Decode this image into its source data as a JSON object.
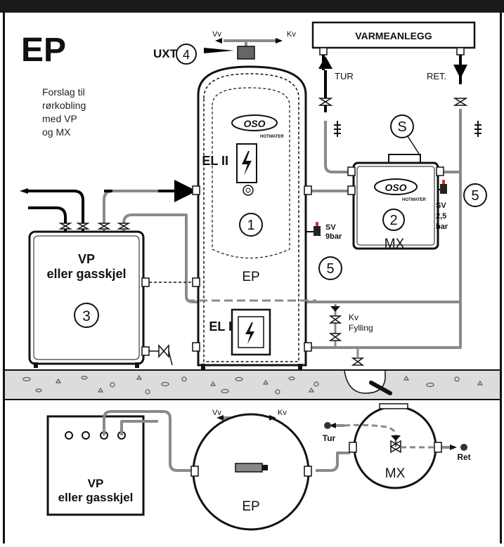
{
  "colors": {
    "pipe": "#8a8a8a",
    "pipe_hot": "#000000",
    "outline": "#111111",
    "floor": "#dcdcdc",
    "header_bar": "#1a1a1a",
    "valve_dark": "#222222",
    "sv_red": "#c0392b"
  },
  "header": {
    "title": ""
  },
  "title": "EP",
  "caption": {
    "line1": "Forslag til",
    "line2": "rørkobling",
    "line3": "med VP",
    "line4": "og MX"
  },
  "top_view": {
    "uxt_label": "UXT",
    "uxt_num": "4",
    "vv_label": "Vv",
    "kv_label": "Kv",
    "heating_system": "VARMEANLEGG",
    "tur_label": "TUR",
    "ret_label": "RET.",
    "sensor_label": "S",
    "ep_tank": {
      "brand": "OSO",
      "brand_sub": "HOTWATER",
      "el2_label": "EL II",
      "el1_label": "EL I",
      "num": "1",
      "name": "EP",
      "sv_label": "SV",
      "sv_value": "9bar",
      "sv_num": "5"
    },
    "mx_unit": {
      "brand": "OSO",
      "brand_sub": "HOTWATER",
      "num": "2",
      "name": "MX",
      "sv_label": "SV",
      "sv_value1": "2,5",
      "sv_value2": "bar",
      "sv_num": "5"
    },
    "vp_unit": {
      "line1": "VP",
      "line2": "eller gasskjel",
      "num": "3"
    },
    "fill_kv": "Kv",
    "fill_label": "Fylling"
  },
  "bottom_view": {
    "vp_line1": "VP",
    "vp_line2": "eller gasskjel",
    "ep_label": "EP",
    "mx_label": "MX",
    "vv_label": "Vv",
    "kv_label": "Kv",
    "tur_label": "Tur",
    "ret_label": "Ret"
  }
}
